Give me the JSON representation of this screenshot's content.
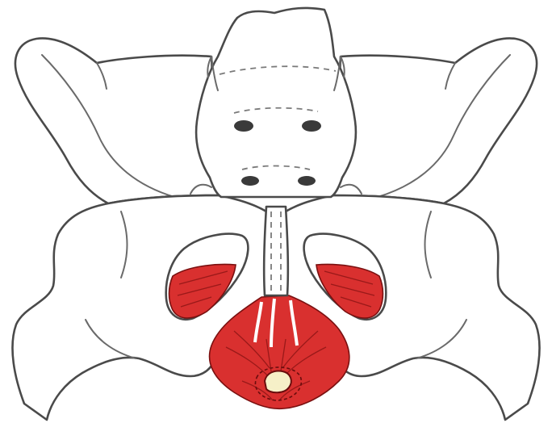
{
  "colors": {
    "background": "#ffffff",
    "bone_fill": "#ffffff",
    "outline": "#4a4a4a",
    "muscle": "#d9302f",
    "muscle_dark": "#8e1515",
    "opening": "#f6f0c8"
  },
  "parts": [
    "pelvis",
    "sacrum",
    "left-ilium",
    "right-ilium",
    "left-obturator-foramen",
    "right-obturator-foramen",
    "pubic-symphysis",
    "pelvic-floor-muscle"
  ]
}
